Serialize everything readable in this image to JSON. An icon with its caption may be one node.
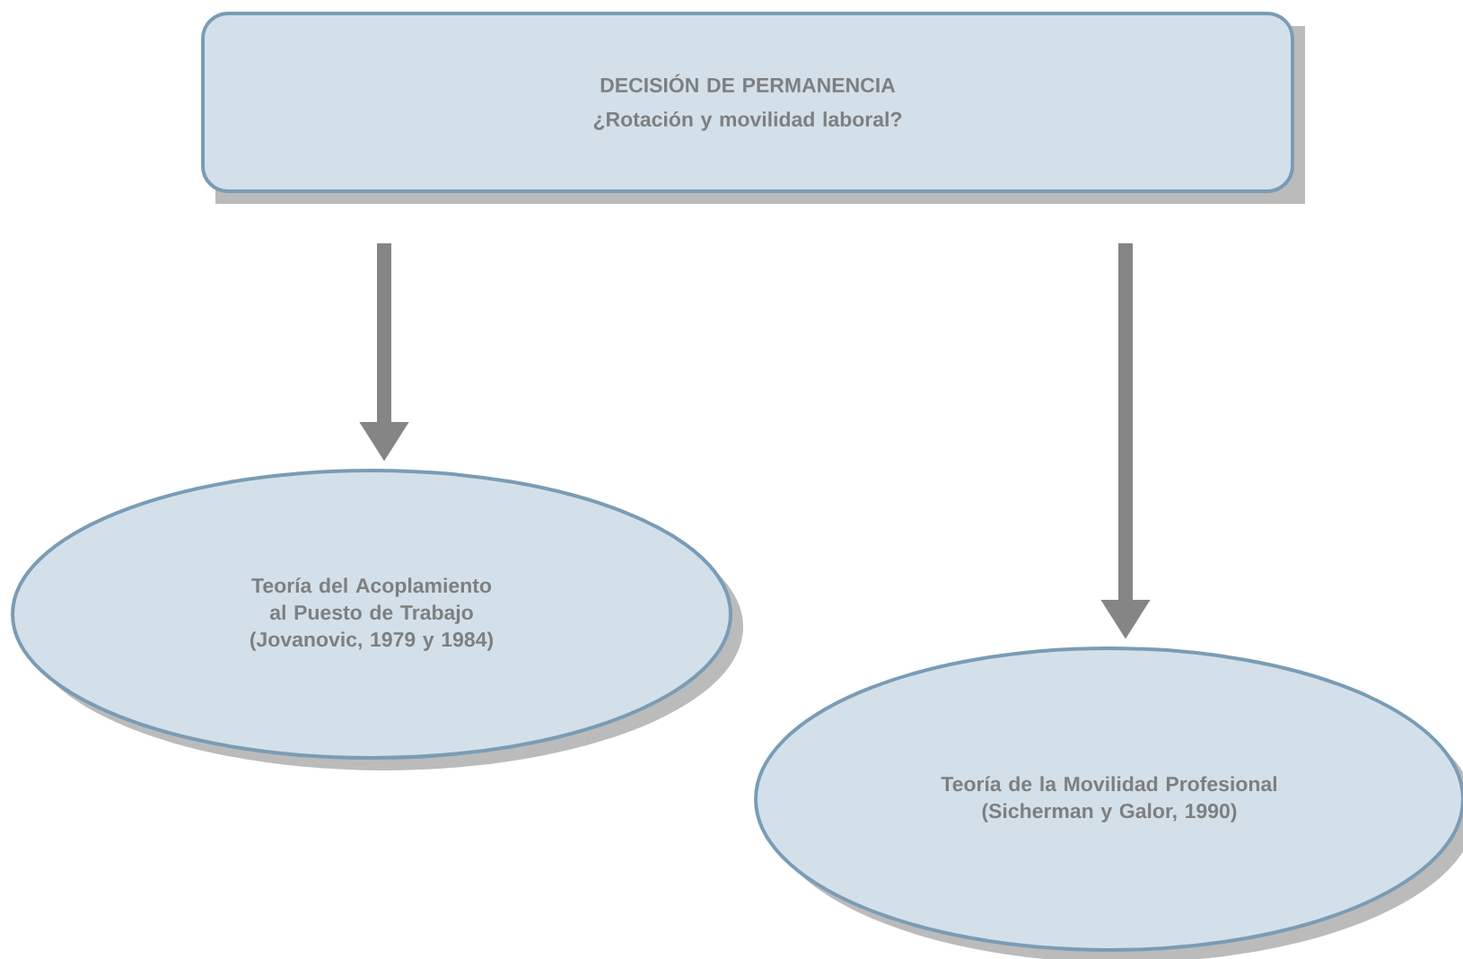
{
  "diagram": {
    "nodes": [
      {
        "text": [
          "DECISIÓN DE PERMANENCIA",
          "¿Rotación y movilidad laboral?"
        ]
      },
      {
        "text": [
          "Teoría del Acoplamiento al Puesto de Trabajo (Jovanovic, 1979 y 1984)"
        ]
      },
      {
        "text": [
          "Teoría de la Movilidad Profesional (Sicherman y Galor, 1990)"
        ]
      }
    ],
    "edges": [
      {
        "from": 0,
        "to": 1,
        "arrow": "to"
      },
      {
        "from": 0,
        "to": 2,
        "arrow": "to"
      }
    ]
  }
}
